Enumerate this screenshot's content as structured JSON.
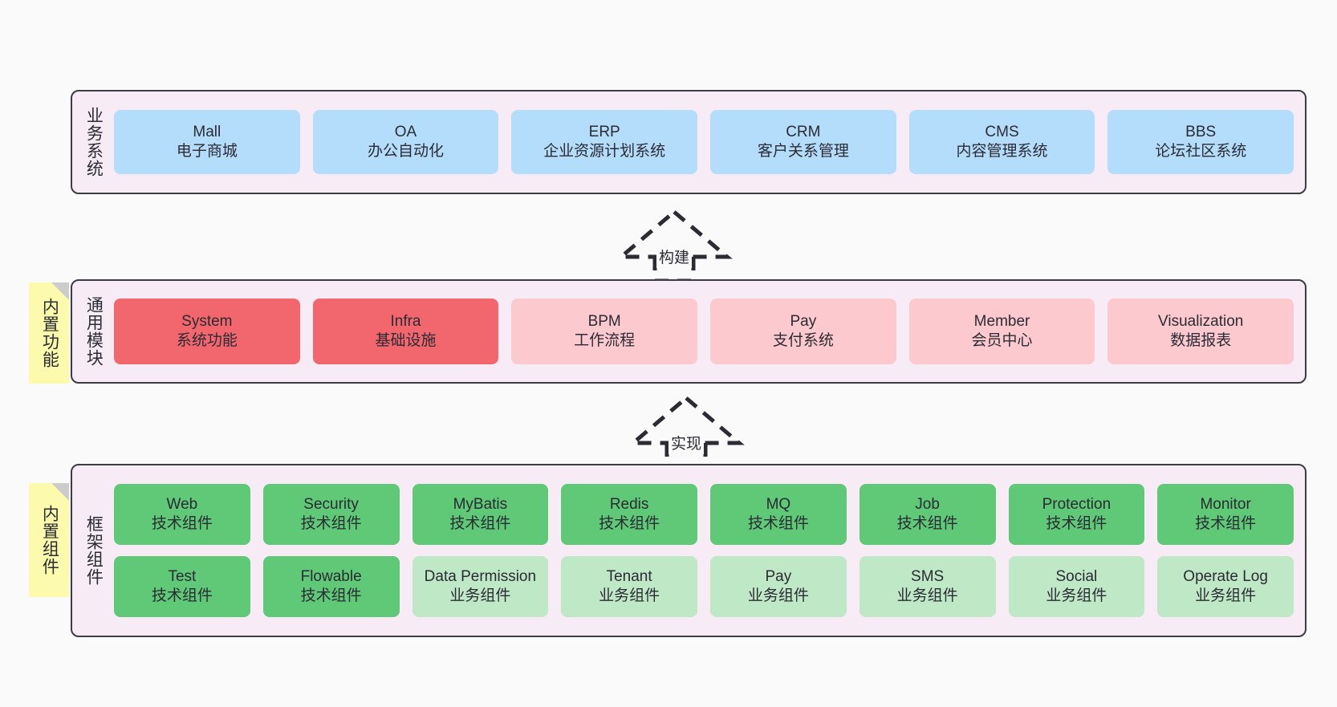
{
  "diagram": {
    "background_color": "#fafafa",
    "container_fill": "#f7ebf5",
    "container_border": "#3d3b44",
    "note_color": "#fcfaac",
    "note_fold_color": "#cccccc"
  },
  "layers": [
    {
      "id": "business",
      "title": "业务系统",
      "note": null,
      "rows": [
        {
          "cards": [
            {
              "name": "Mall",
              "sub": "电子商城",
              "color": "#b4ddfb",
              "style": "c-blue"
            },
            {
              "name": "OA",
              "sub": "办公自动化",
              "color": "#b4ddfb",
              "style": "c-blue"
            },
            {
              "name": "ERP",
              "sub": "企业资源计划系统",
              "color": "#b4ddfb",
              "style": "c-blue"
            },
            {
              "name": "CRM",
              "sub": "客户关系管理",
              "color": "#b4ddfb",
              "style": "c-blue"
            },
            {
              "name": "CMS",
              "sub": "内容管理系统",
              "color": "#b4ddfb",
              "style": "c-blue"
            },
            {
              "name": "BBS",
              "sub": "论坛社区系统",
              "color": "#b4ddfb",
              "style": "c-blue"
            }
          ]
        }
      ]
    },
    {
      "id": "common-module",
      "title": "通用模块",
      "note": "内置功能",
      "rows": [
        {
          "cards": [
            {
              "name": "System",
              "sub": "系统功能",
              "color": "#f2676e",
              "style": "c-red"
            },
            {
              "name": "Infra",
              "sub": "基础设施",
              "color": "#f2676e",
              "style": "c-red"
            },
            {
              "name": "BPM",
              "sub": "工作流程",
              "color": "#fcc9cf",
              "style": "c-pink"
            },
            {
              "name": "Pay",
              "sub": "支付系统",
              "color": "#fcc9cf",
              "style": "c-pink"
            },
            {
              "name": "Member",
              "sub": "会员中心",
              "color": "#fcc9cf",
              "style": "c-pink"
            },
            {
              "name": "Visualization",
              "sub": "数据报表",
              "color": "#fcc9cf",
              "style": "c-pink"
            }
          ]
        }
      ]
    },
    {
      "id": "framework-component",
      "title": "框架组件",
      "note": "内置组件",
      "rows": [
        {
          "cards": [
            {
              "name": "Web",
              "sub": "技术组件",
              "color": "#5fc978",
              "style": "c-green"
            },
            {
              "name": "Security",
              "sub": "技术组件",
              "color": "#5fc978",
              "style": "c-green"
            },
            {
              "name": "MyBatis",
              "sub": "技术组件",
              "color": "#5fc978",
              "style": "c-green"
            },
            {
              "name": "Redis",
              "sub": "技术组件",
              "color": "#5fc978",
              "style": "c-green"
            },
            {
              "name": "MQ",
              "sub": "技术组件",
              "color": "#5fc978",
              "style": "c-green"
            },
            {
              "name": "Job",
              "sub": "技术组件",
              "color": "#5fc978",
              "style": "c-green"
            },
            {
              "name": "Protection",
              "sub": "技术组件",
              "color": "#5fc978",
              "style": "c-green"
            },
            {
              "name": "Monitor",
              "sub": "技术组件",
              "color": "#5fc978",
              "style": "c-green"
            }
          ]
        },
        {
          "cards": [
            {
              "name": "Test",
              "sub": "技术组件",
              "color": "#5fc978",
              "style": "c-green"
            },
            {
              "name": "Flowable",
              "sub": "技术组件",
              "color": "#5fc978",
              "style": "c-green"
            },
            {
              "name": "Data Permission",
              "sub": "业务组件",
              "color": "#bfe8c6",
              "style": "c-lightgreen"
            },
            {
              "name": "Tenant",
              "sub": "业务组件",
              "color": "#bfe8c6",
              "style": "c-lightgreen"
            },
            {
              "name": "Pay",
              "sub": "业务组件",
              "color": "#bfe8c6",
              "style": "c-lightgreen"
            },
            {
              "name": "SMS",
              "sub": "业务组件",
              "color": "#bfe8c6",
              "style": "c-lightgreen"
            },
            {
              "name": "Social",
              "sub": "业务组件",
              "color": "#bfe8c6",
              "style": "c-lightgreen"
            },
            {
              "name": "Operate Log",
              "sub": "业务组件",
              "color": "#bfe8c6",
              "style": "c-lightgreen"
            }
          ]
        }
      ]
    }
  ],
  "connectors": [
    {
      "id": "build",
      "label": "构建",
      "from": "common-module",
      "to": "business"
    },
    {
      "id": "implement",
      "label": "实现",
      "from": "framework-component",
      "to": "common-module"
    }
  ]
}
